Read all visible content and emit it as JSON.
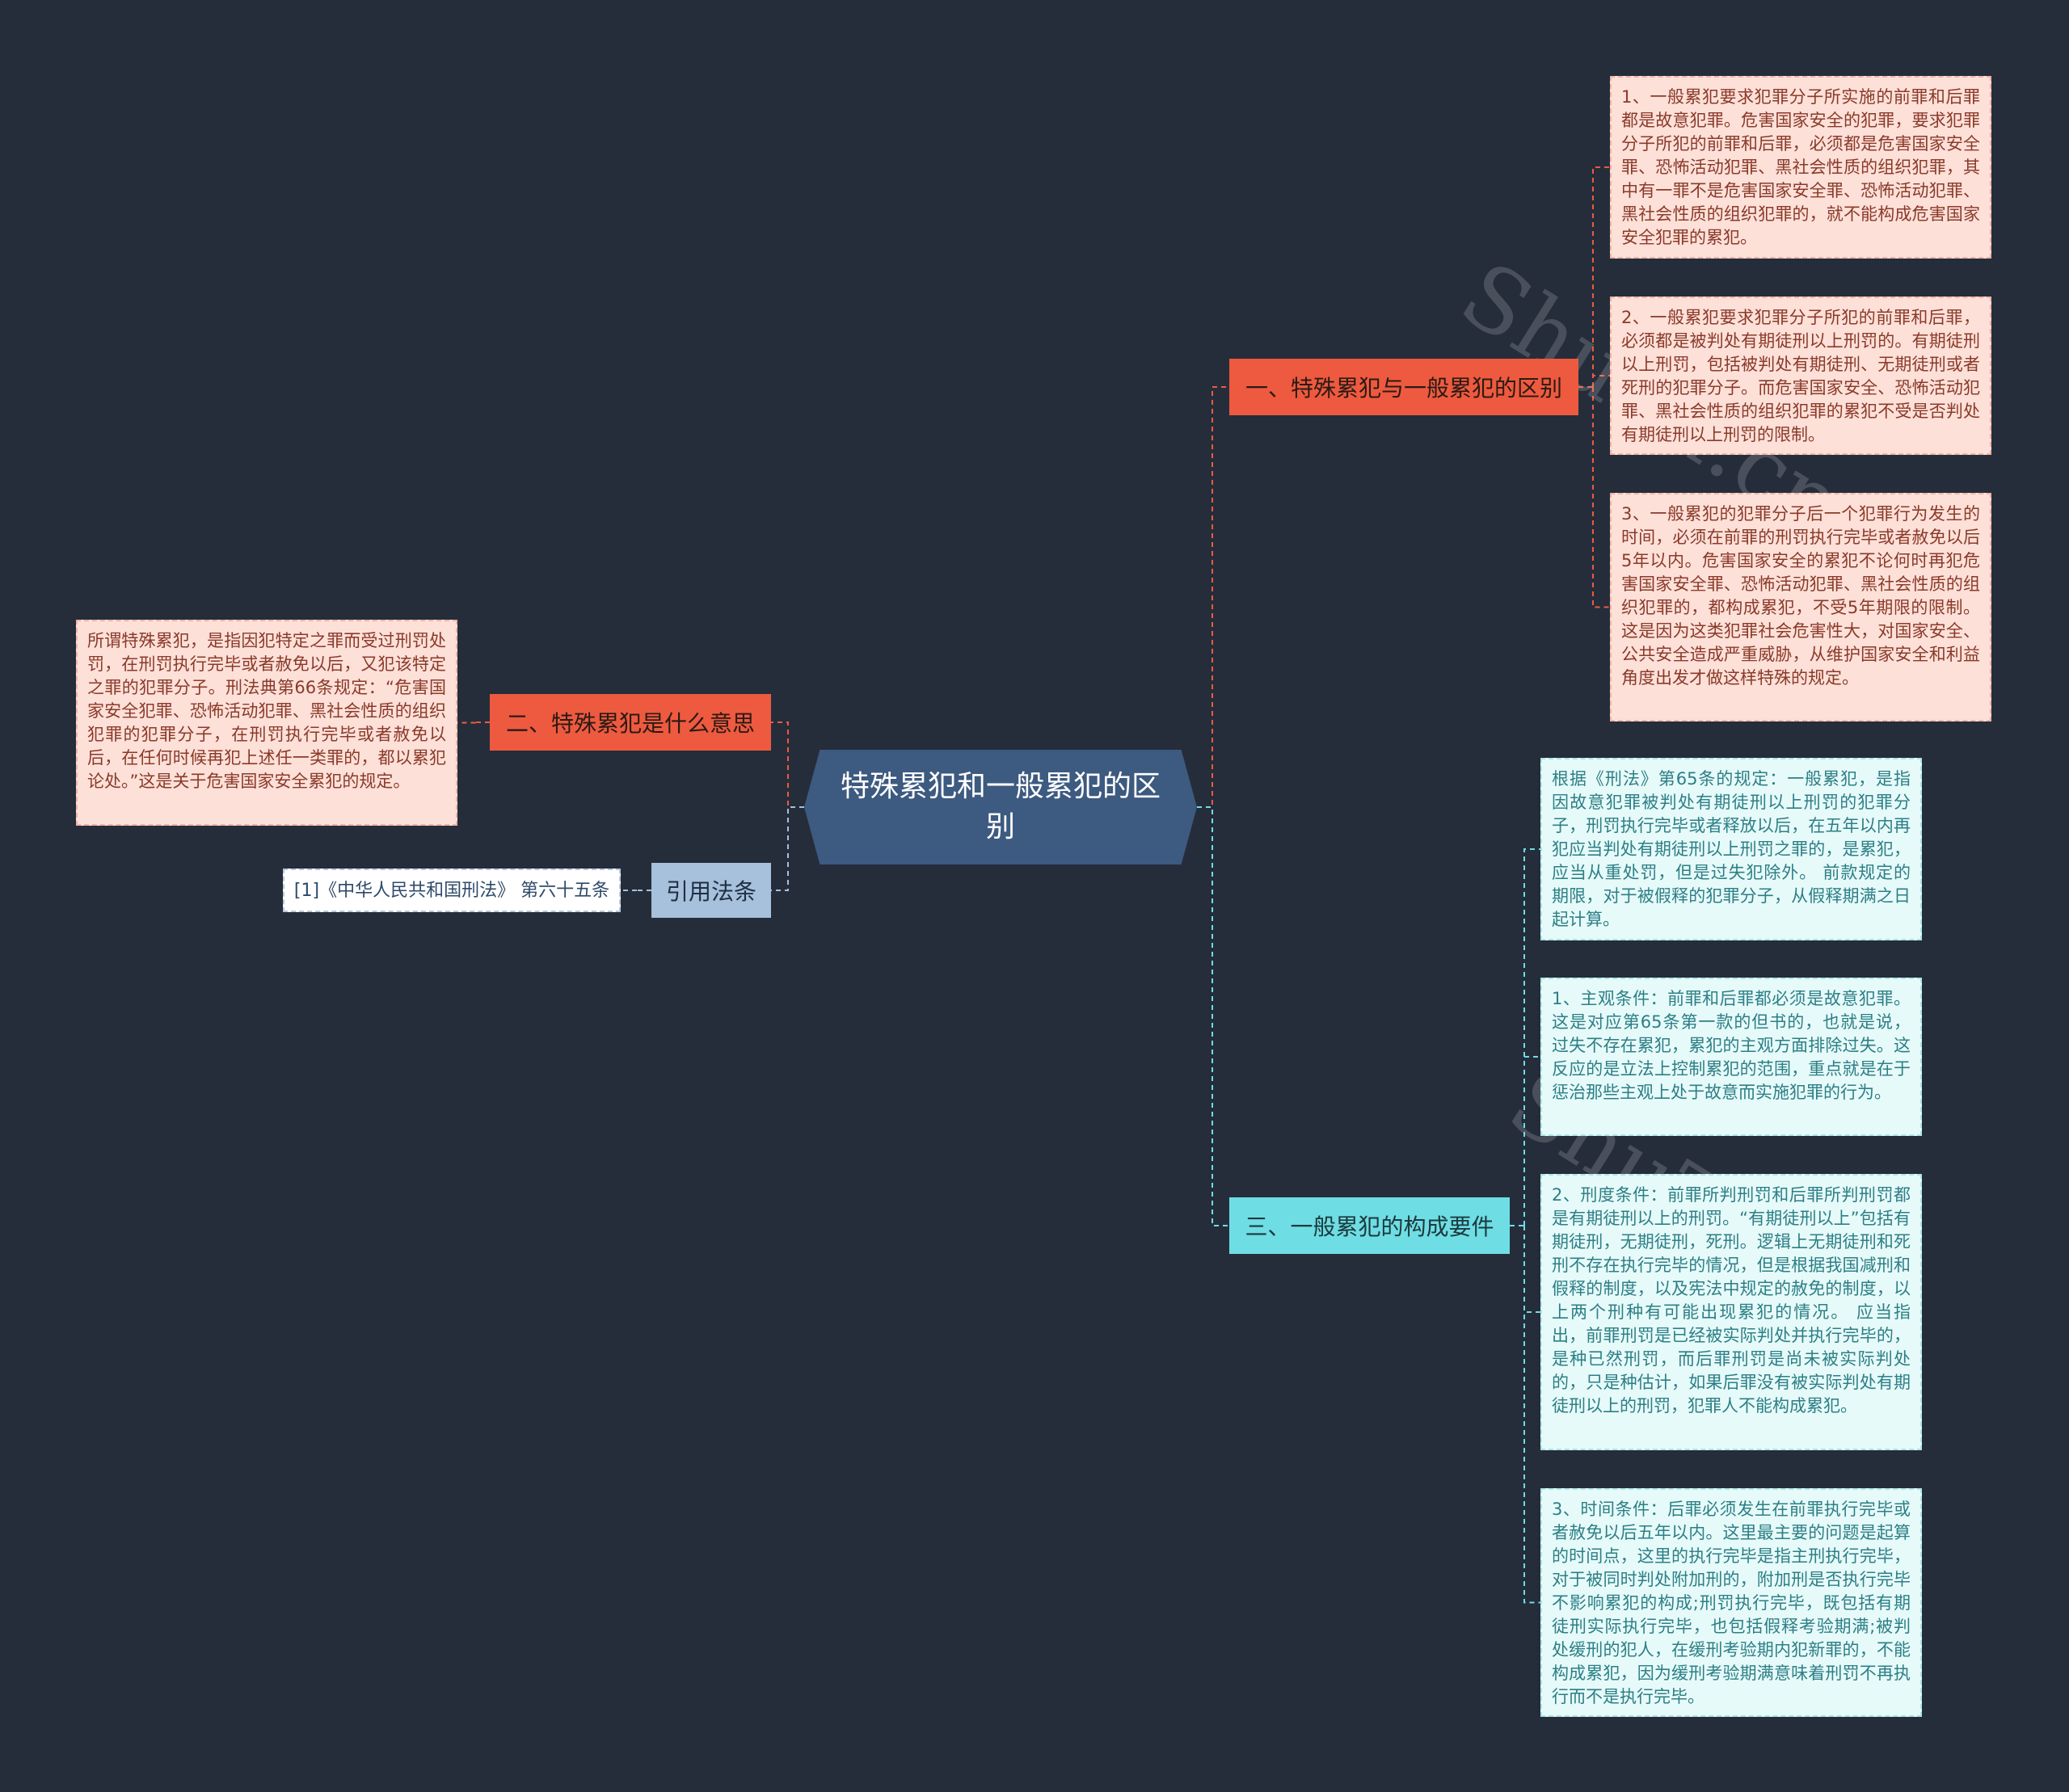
{
  "colors": {
    "background": "#252d3b",
    "center": "#3d5a80",
    "branch_red": "#ee5a3f",
    "branch_blue": "#a7c0db",
    "branch_cyan": "#6fdde4",
    "leaf_red": "#fde0d8",
    "leaf_cyan": "#e6faf9"
  },
  "center": {
    "title": "特殊累犯和一般累犯的区别"
  },
  "branches": {
    "b1": {
      "label": "一、特殊累犯与一般累犯的区别",
      "leaves": [
        "1、一般累犯要求犯罪分子所实施的前罪和后罪都是故意犯罪。危害国家安全的犯罪，要求犯罪分子所犯的前罪和后罪，必须都是危害国家安全罪、恐怖活动犯罪、黑社会性质的组织犯罪，其中有一罪不是危害国家安全罪、恐怖活动犯罪、黑社会性质的组织犯罪的，就不能构成危害国家安全犯罪的累犯。",
        "2、一般累犯要求犯罪分子所犯的前罪和后罪，必须都是被判处有期徒刑以上刑罚的。有期徒刑以上刑罚，包括被判处有期徒刑、无期徒刑或者死刑的犯罪分子。而危害国家安全、恐怖活动犯罪、黑社会性质的组织犯罪的累犯不受是否判处有期徒刑以上刑罚的限制。",
        "3、一般累犯的犯罪分子后一个犯罪行为发生的时间，必须在前罪的刑罚执行完毕或者赦免以后5年以内。危害国家安全的累犯不论何时再犯危害国家安全罪、恐怖活动犯罪、黑社会性质的组织犯罪的，都构成累犯，不受5年期限的限制。这是因为这类犯罪社会危害性大，对国家安全、公共安全造成严重威胁，从维护国家安全和利益角度出发才做这样特殊的规定。"
      ]
    },
    "b2": {
      "label": "二、特殊累犯是什么意思",
      "leaves": [
        "所谓特殊累犯，是指因犯特定之罪而受过刑罚处罚，在刑罚执行完毕或者赦免以后，又犯该特定之罪的犯罪分子。刑法典第66条规定：“危害国家安全犯罪、恐怖活动犯罪、黑社会性质的组织犯罪的犯罪分子，在刑罚执行完毕或者赦免以后，在任何时候再犯上述任一类罪的，都以累犯论处。”这是关于危害国家安全累犯的规定。"
      ]
    },
    "b3": {
      "label": "引用法条",
      "leaves": [
        "[1]《中华人民共和国刑法》 第六十五条"
      ]
    },
    "b4": {
      "label": "三、一般累犯的构成要件",
      "leaves": [
        "根据《刑法》第65条的规定：一般累犯，是指因故意犯罪被判处有期徒刑以上刑罚的犯罪分子，刑罚执行完毕或者释放以后，在五年以内再犯应当判处有期徒刑以上刑罚之罪的，是累犯，应当从重处罚，但是过失犯除外。 前款规定的期限，对于被假释的犯罪分子，从假释期满之日起计算。",
        "1、主观条件：前罪和后罪都必须是故意犯罪。这是对应第65条第一款的但书的，也就是说，过失不存在累犯，累犯的主观方面排除过失。这反应的是立法上控制累犯的范围，重点就是在于惩治那些主观上处于故意而实施犯罪的行为。",
        "2、刑度条件：前罪所判刑罚和后罪所判刑罚都是有期徒刑以上的刑罚。“有期徒刑以上”包括有期徒刑，无期徒刑，死刑。逻辑上无期徒刑和死刑不存在执行完毕的情况，但是根据我国减刑和假释的制度，以及宪法中规定的赦免的制度，以上两个刑种有可能出现累犯的情况。 应当指出，前罪刑罚是已经被实际判处并执行完毕的，是种已然刑罚，而后罪刑罚是尚未被实际判处的，只是种估计，如果后罪没有被实际判处有期徒刑以上的刑罚，犯罪人不能构成累犯。",
        "3、时间条件：后罪必须发生在前罪执行完毕或者赦免以后五年以内。这里最主要的问题是起算的时间点，这里的执行完毕是指主刑执行完毕，对于被同时判处附加刑的，附加刑是否执行完毕不影响累犯的构成;刑罚执行完毕，既包括有期徒刑实际执行完毕，也包括假释考验期满;被判处缓刑的犯人，在缓刑考验期内犯新罪的，不能构成累犯，因为缓刑考验期满意味着刑罚不再执行而不是执行完毕。"
      ]
    }
  }
}
